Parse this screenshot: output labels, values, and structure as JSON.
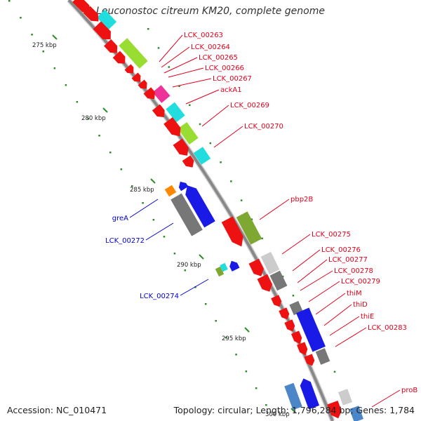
{
  "title": "Leuconostoc citreum KM20, complete genome",
  "accession": "Accession: NC_010471",
  "topology": "Topology: circular",
  "length": "Length: 1,796,284 bp",
  "genes_count": "Genes: 1,784",
  "scale_labels": [
    "275 kbp",
    "280 kbp",
    "285 kbp",
    "290 kbp",
    "295 kbp",
    "300 kbp"
  ],
  "forward_labels": [
    "LCK_00263",
    "LCK_00264",
    "LCK_00265",
    "LCK_00266",
    "LCK_00267",
    "ackA1",
    "LCK_00269",
    "LCK_00270",
    "pbp2B",
    "LCK_00275",
    "LCK_00276",
    "LCK_00277",
    "LCK_00278",
    "LCK_00279",
    "thiM",
    "thiD",
    "thiE",
    "LCK_00283",
    "proB"
  ],
  "reverse_labels": [
    "greA",
    "LCK_00272",
    "LCK_00274"
  ],
  "colors": {
    "forward_label": "#e0001b",
    "reverse_label": "#0000cc",
    "backbone": "#8c8c8c",
    "tick": "#2e8b2e",
    "red": "#ee1111",
    "blue": "#1a1ae6",
    "cyan": "#22dddd",
    "green": "#7ea832",
    "lime": "#99dd33",
    "magenta": "#ee3399",
    "gray": "#777777",
    "lightgray": "#cccccc",
    "orange": "#ff8800",
    "steelblue": "#4a86c8"
  }
}
